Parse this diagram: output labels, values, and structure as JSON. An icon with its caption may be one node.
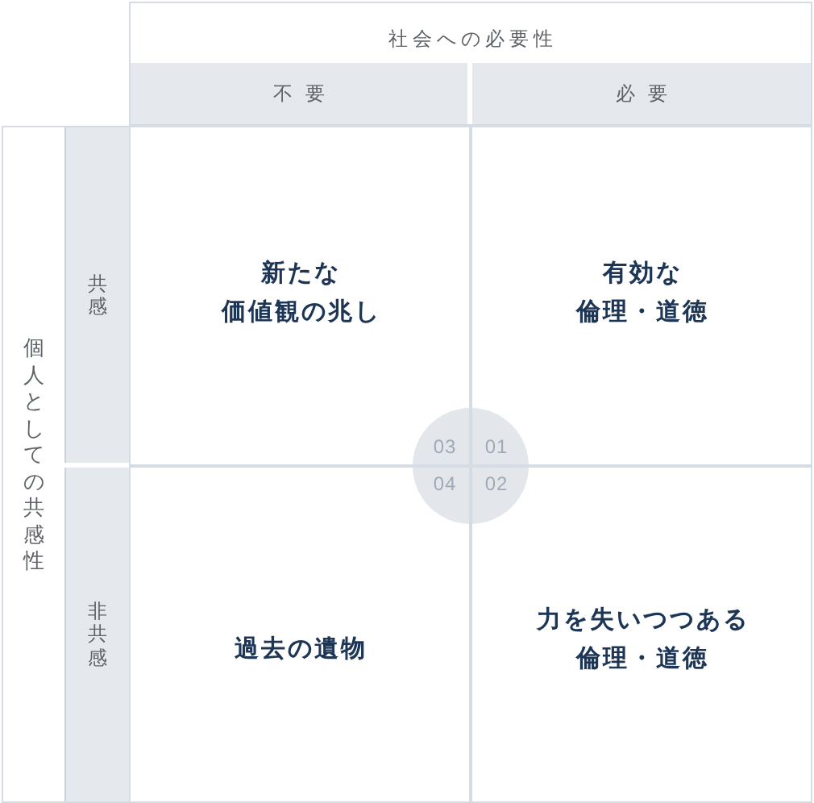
{
  "diagram": {
    "nodes": [
      {
        "text": [
          "社会への必要性"
        ]
      },
      {
        "text": [
          "不要"
        ],
        "in": 0
      },
      {
        "text": [
          "必要"
        ],
        "in": 0
      },
      {
        "text": [
          "個人としての共感性"
        ]
      },
      {
        "text": [
          "共感"
        ],
        "in": 3
      },
      {
        "text": [
          "非共感"
        ],
        "in": 3
      },
      {
        "text": [
          "新たな価値観の兆し"
        ]
      },
      {
        "text": [
          "有効な倫理・道徳"
        ]
      },
      {
        "text": [
          "過去の遺物"
        ]
      },
      {
        "text": [
          "力を失いつつある倫理・道徳"
        ]
      },
      {
        "text": [
          "03",
          "01",
          "04",
          "02"
        ]
      }
    ]
  }
}
